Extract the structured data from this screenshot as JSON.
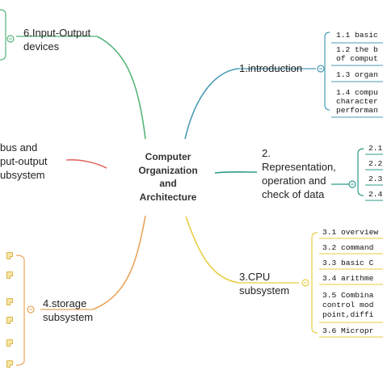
{
  "center": {
    "line1": "Computer",
    "line2": "Organization",
    "line3": "and",
    "line4": "Architecture"
  },
  "branches": {
    "introduction": {
      "label": "1.introduction",
      "color": "#4a9bb4",
      "items": [
        "1.1 basic",
        "1.2 the b",
        "of comput",
        "1.3 organ",
        "1.4 compu",
        "character",
        "performan"
      ]
    },
    "representation": {
      "line1": "2.",
      "line2": "Representation,",
      "line3": "operation and",
      "line4": "check of data",
      "color": "#2c9b8a",
      "items": [
        "2.1",
        "2.2",
        "2.3",
        "2.4"
      ]
    },
    "cpu": {
      "line1": "3.CPU",
      "line2": "subsystem",
      "color": "#e8cd45",
      "items": [
        "3.1 overview",
        "3.2 command",
        "3.3 basic C",
        "3.4 arithme",
        "3.5 Combina",
        "control mod",
        "point,diffi",
        "3.6 Micropr"
      ]
    },
    "storage": {
      "line1": "4.storage",
      "line2": "subsystem",
      "color": "#e8a55a"
    },
    "bus": {
      "line1": "bus and",
      "line2": "put-output",
      "line3": "ubsystem",
      "color": "#e06a64"
    },
    "io_devices": {
      "line1": "6.Input-Output",
      "line2": "devices",
      "color": "#55b578"
    }
  }
}
